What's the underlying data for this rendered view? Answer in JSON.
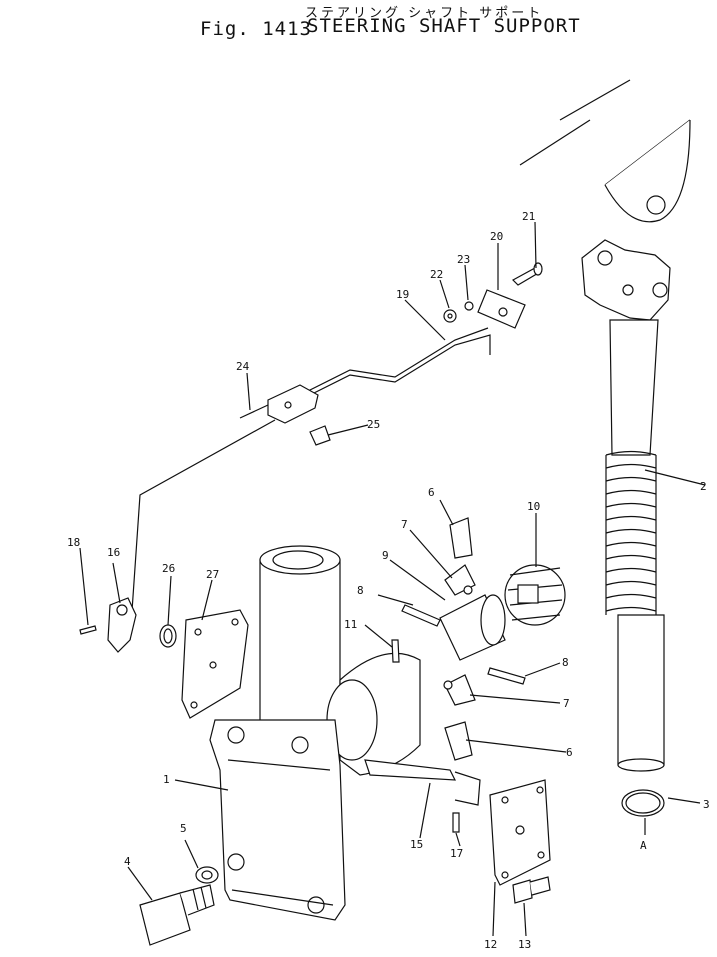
{
  "header": {
    "subtitle_jp": "ステアリング シャフト サポート",
    "fig_label": "Fig. 1413",
    "title": "STEERING SHAFT SUPPORT"
  },
  "callouts": {
    "c1": "1",
    "c2": "2",
    "c3": "3",
    "c4": "4",
    "c5": "5",
    "c6a": "6",
    "c6b": "6",
    "c7a": "7",
    "c7b": "7",
    "c8a": "8",
    "c8b": "8",
    "c9": "9",
    "c10": "10",
    "c11": "11",
    "c12": "12",
    "c13": "13",
    "c15": "15",
    "c16": "16",
    "c17": "17",
    "c18": "18",
    "c19": "19",
    "c20": "20",
    "c21": "21",
    "c22": "22",
    "c23": "23",
    "c24": "24",
    "c25": "25",
    "c26": "26",
    "c27": "27",
    "cA": "A"
  }
}
